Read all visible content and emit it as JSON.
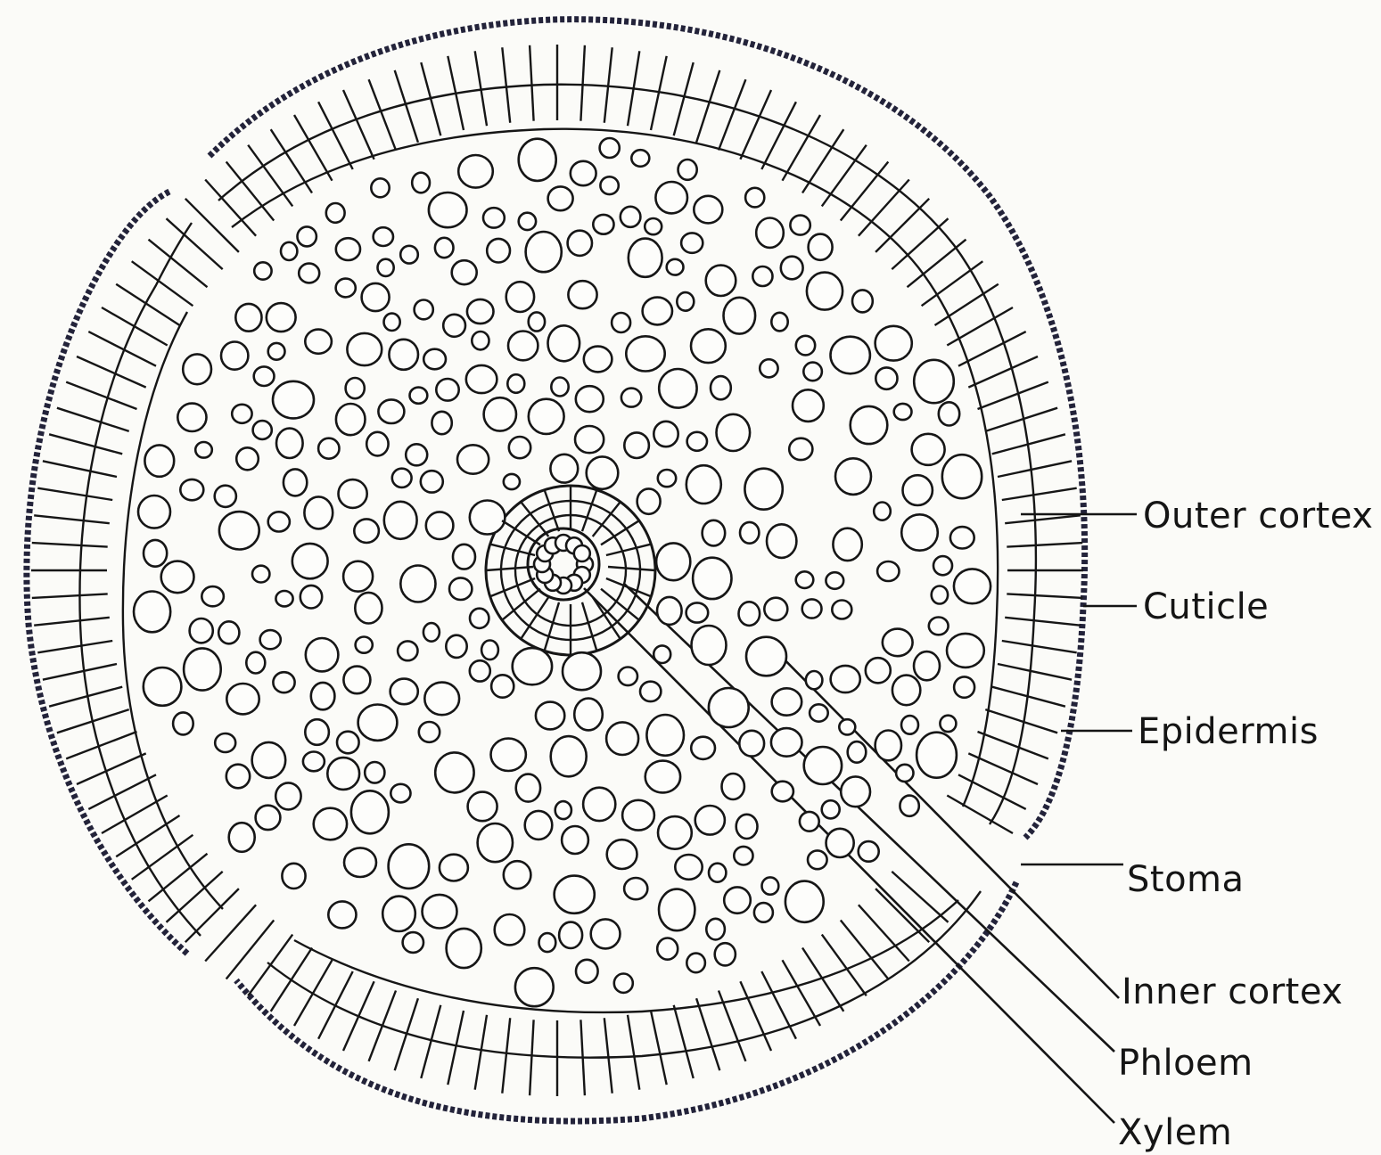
{
  "diagram": {
    "labels": {
      "outer_cortex": "Outer cortex",
      "cuticle": "Cuticle",
      "epidermis": "Epidermis",
      "stoma": "Stoma",
      "inner_cortex": "Inner cortex",
      "phloem": "Phloem",
      "xylem": "Xylem"
    },
    "colors": {
      "ink": "#161616",
      "paper": "#fbfbf8",
      "cuticle": "#23233a"
    }
  }
}
